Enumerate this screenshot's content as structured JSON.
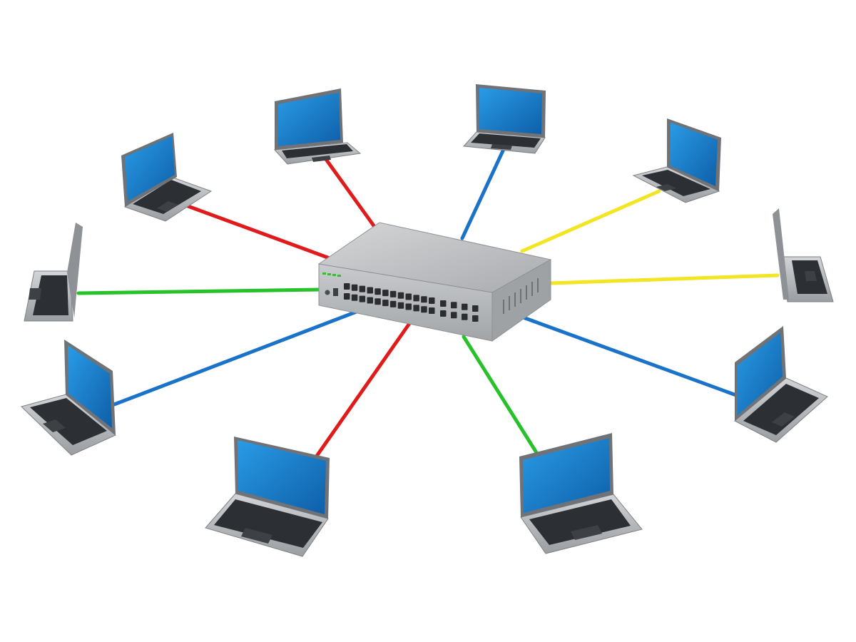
{
  "colors": {
    "background": "#ffffff",
    "red": "#e01b1b",
    "blue": "#1a72c9",
    "green": "#27c22a",
    "yellow": "#f2e624",
    "laptop_body": "#b4b6b9",
    "laptop_screen": "#1b86d3",
    "switch_body": "#bdbfc2",
    "switch_led": "#2fc22d"
  },
  "switch": {
    "icon": "network-switch-icon",
    "ports_main": 24,
    "ports_side": 8
  },
  "laptops": [
    {
      "id": "top-left-upper",
      "cable": "red",
      "icon": "laptop-icon"
    },
    {
      "id": "top-center-left",
      "cable": "red",
      "icon": "laptop-icon"
    },
    {
      "id": "top-center-right",
      "cable": "blue",
      "icon": "laptop-icon"
    },
    {
      "id": "top-right",
      "cable": "yellow",
      "icon": "laptop-icon"
    },
    {
      "id": "right",
      "cable": "yellow",
      "icon": "laptop-icon"
    },
    {
      "id": "right-lower",
      "cable": "blue",
      "icon": "laptop-icon"
    },
    {
      "id": "bottom-right",
      "cable": "green",
      "icon": "laptop-icon"
    },
    {
      "id": "bottom-left",
      "cable": "red",
      "icon": "laptop-icon"
    },
    {
      "id": "left-lower",
      "cable": "blue",
      "icon": "laptop-icon"
    },
    {
      "id": "left",
      "cable": "green",
      "icon": "laptop-icon"
    }
  ]
}
